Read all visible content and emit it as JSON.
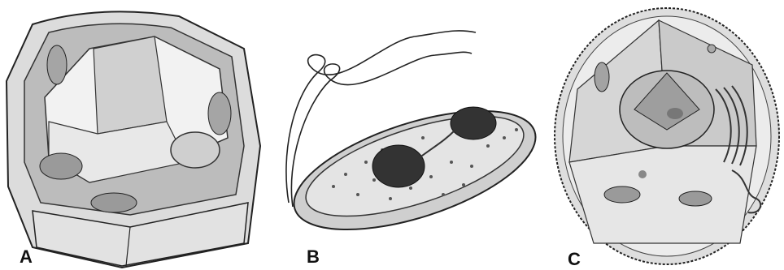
{
  "figures": [
    {
      "id": "A",
      "label": "A",
      "depicts": "plant-cell-cutaway"
    },
    {
      "id": "B",
      "label": "B",
      "depicts": "bacterial-cell-with-flagellum"
    },
    {
      "id": "C",
      "label": "C",
      "depicts": "animal-cell-cutaway"
    }
  ],
  "colors": {
    "ink": "#222222",
    "shade-light": "#e6e6e6",
    "shade-mid": "#bdbdbd",
    "shade-dark": "#444444"
  }
}
